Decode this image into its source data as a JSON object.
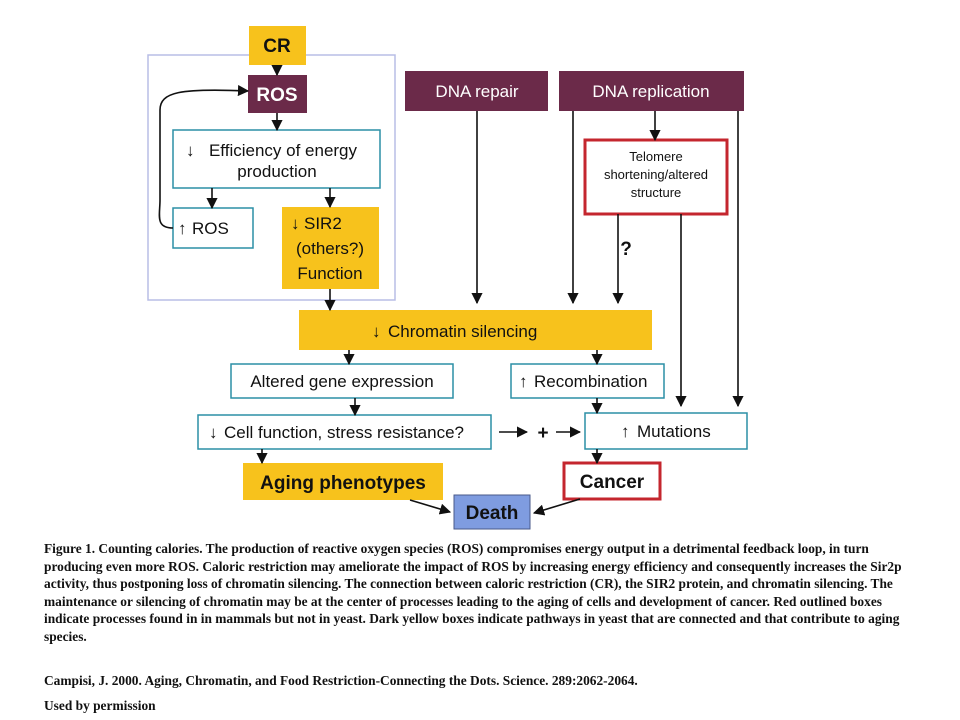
{
  "colors": {
    "yellow": "#f7c21c",
    "maroon": "#6b2a49",
    "cyan_border": "#2b8fa6",
    "red_border": "#c4262e",
    "blue": "#7f9ce0",
    "panel_border": "#b8bde6"
  },
  "nodes": {
    "cr": "CR",
    "ros_top": "ROS",
    "efficiency_1": "Efficiency of energy",
    "efficiency_2": "production",
    "ros_small": "ROS",
    "sir2_1": "SIR2",
    "sir2_2": "(others?)",
    "sir2_3": "Function",
    "dna_repair": "DNA repair",
    "dna_replication": "DNA replication",
    "telomere_1": "Telomere",
    "telomere_2": "shortening/altered",
    "telomere_3": "structure",
    "question": "?",
    "chromatin": "Chromatin silencing",
    "altered_gene": "Altered gene expression",
    "recombination": "Recombination",
    "cell_function": "Cell function, stress resistance?",
    "plus": "+",
    "mutations": "Mutations",
    "aging": "Aging phenotypes",
    "cancer": "Cancer",
    "death": "Death"
  },
  "caption": "Figure 1.  Counting calories. The production of reactive oxygen species (ROS) compromises energy output in a detrimental feedback loop, in turn producing even more ROS.  Caloric restriction may ameliorate the impact of ROS by increasing energy efficiency and consequently increases the Sir2p activity, thus postponing loss of chromatin silencing.  The connection between caloric restriction (CR), the SIR2 protein, and chromatin silencing. The maintenance or silencing of chromatin may be at the center of processes leading to the aging of cells and development of cancer. Red outlined boxes indicate processes found in in mammals but not in yeast. Dark yellow boxes indicate pathways in yeast that are connected and that contribute to aging species.",
  "citation": "Campisi, J. 2000.  Aging, Chromatin, and Food Restriction-Connecting the Dots.  Science.  289:2062-2064.",
  "permission": "Used by permission"
}
